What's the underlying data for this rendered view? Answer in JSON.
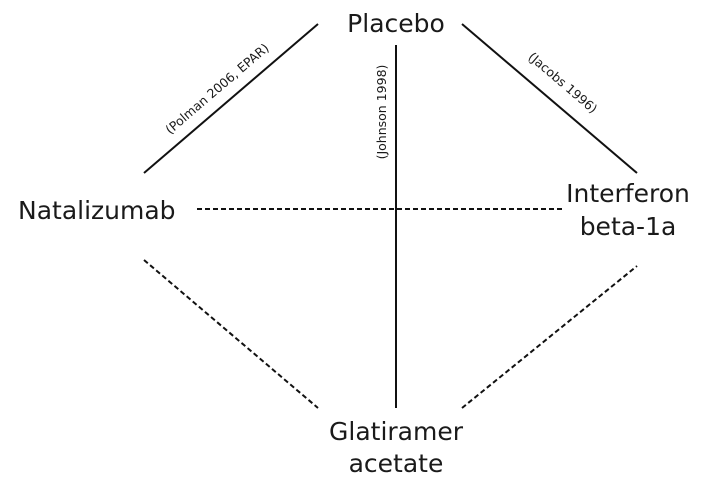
{
  "nodes": {
    "placebo": "Placebo",
    "natalizumab": "Natalizumab",
    "interferon_line1": "Interferon",
    "interferon_line2": "beta-1a",
    "glatiramer_line1": "Glatiramer",
    "glatiramer_line2": "acetate"
  },
  "edges": [
    {
      "from": "Natalizumab",
      "to": "Placebo",
      "style": "solid",
      "label": "(Polman 2006, EPAR)"
    },
    {
      "from": "Placebo",
      "to": "Interferon beta-1a",
      "style": "solid",
      "label": "(Jacobs 1996)"
    },
    {
      "from": "Placebo",
      "to": "Glatiramer acetate",
      "style": "solid",
      "label": "(Johnson 1998)"
    },
    {
      "from": "Natalizumab",
      "to": "Interferon beta-1a",
      "style": "dashed"
    },
    {
      "from": "Natalizumab",
      "to": "Glatiramer acetate",
      "style": "dashed"
    },
    {
      "from": "Interferon beta-1a",
      "to": "Glatiramer acetate",
      "style": "dashed"
    }
  ]
}
